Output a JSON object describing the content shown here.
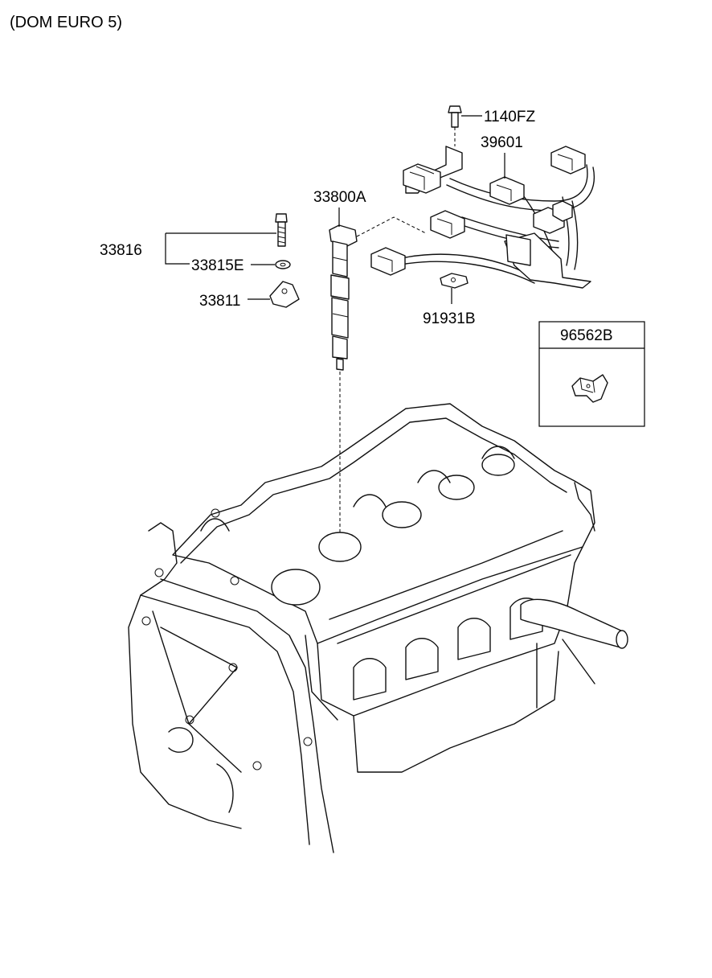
{
  "header": {
    "variant": "(DOM EURO 5)"
  },
  "callouts": {
    "bolt_1140fz": "1140FZ",
    "harness_39601": "39601",
    "injector_33800a": "33800A",
    "bolt_33816": "33816",
    "washer_33815e": "33815E",
    "clamp_33811": "33811",
    "bracket_91931b": "91931B"
  },
  "inset": {
    "title": "96562B"
  }
}
